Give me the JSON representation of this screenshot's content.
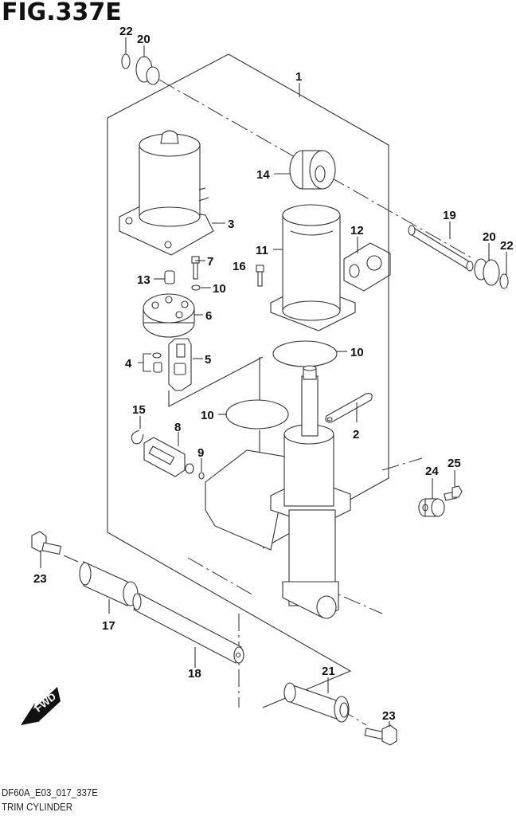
{
  "figure": {
    "title": "FIG.337E",
    "code": "DF60A_E03_017_337E",
    "name": "TRIM CYLINDER"
  },
  "fwd_badge": "FWD",
  "callouts": [
    {
      "id": "c1",
      "label": "1",
      "part": "trim-cylinder-assembly"
    },
    {
      "id": "c2",
      "label": "2",
      "part": "anode-strap"
    },
    {
      "id": "c3",
      "label": "3",
      "part": "trim-motor"
    },
    {
      "id": "c4",
      "label": "4",
      "part": "valve-and-seal"
    },
    {
      "id": "c5",
      "label": "5",
      "part": "check-valve-kit"
    },
    {
      "id": "c6",
      "label": "6",
      "part": "valve-block"
    },
    {
      "id": "c7",
      "label": "7",
      "part": "screw"
    },
    {
      "id": "c8",
      "label": "8",
      "part": "manual-release-valve"
    },
    {
      "id": "c9",
      "label": "9",
      "part": "o-ring-small"
    },
    {
      "id": "c10a",
      "label": "10",
      "part": "o-ring"
    },
    {
      "id": "c10b",
      "label": "10",
      "part": "o-ring"
    },
    {
      "id": "c10c",
      "label": "10",
      "part": "o-ring"
    },
    {
      "id": "c11",
      "label": "11",
      "part": "reservoir"
    },
    {
      "id": "c12",
      "label": "12",
      "part": "filler-plug"
    },
    {
      "id": "c13",
      "label": "13",
      "part": "pin"
    },
    {
      "id": "c14",
      "label": "14",
      "part": "bushing"
    },
    {
      "id": "c15",
      "label": "15",
      "part": "circlip"
    },
    {
      "id": "c16",
      "label": "16",
      "part": "bolt"
    },
    {
      "id": "c17",
      "label": "17",
      "part": "bushing"
    },
    {
      "id": "c18",
      "label": "18",
      "part": "lower-shaft"
    },
    {
      "id": "c19",
      "label": "19",
      "part": "upper-shaft"
    },
    {
      "id": "c20a",
      "label": "20",
      "part": "bushing-flanged"
    },
    {
      "id": "c20b",
      "label": "20",
      "part": "bushing-flanged"
    },
    {
      "id": "c21",
      "label": "21",
      "part": "bushing-sleeve"
    },
    {
      "id": "c22a",
      "label": "22",
      "part": "snap-ring"
    },
    {
      "id": "c22b",
      "label": "22",
      "part": "snap-ring"
    },
    {
      "id": "c23a",
      "label": "23",
      "part": "bolt"
    },
    {
      "id": "c23b",
      "label": "23",
      "part": "bolt"
    },
    {
      "id": "c24",
      "label": "24",
      "part": "stopper"
    },
    {
      "id": "c25",
      "label": "25",
      "part": "bolt"
    }
  ]
}
